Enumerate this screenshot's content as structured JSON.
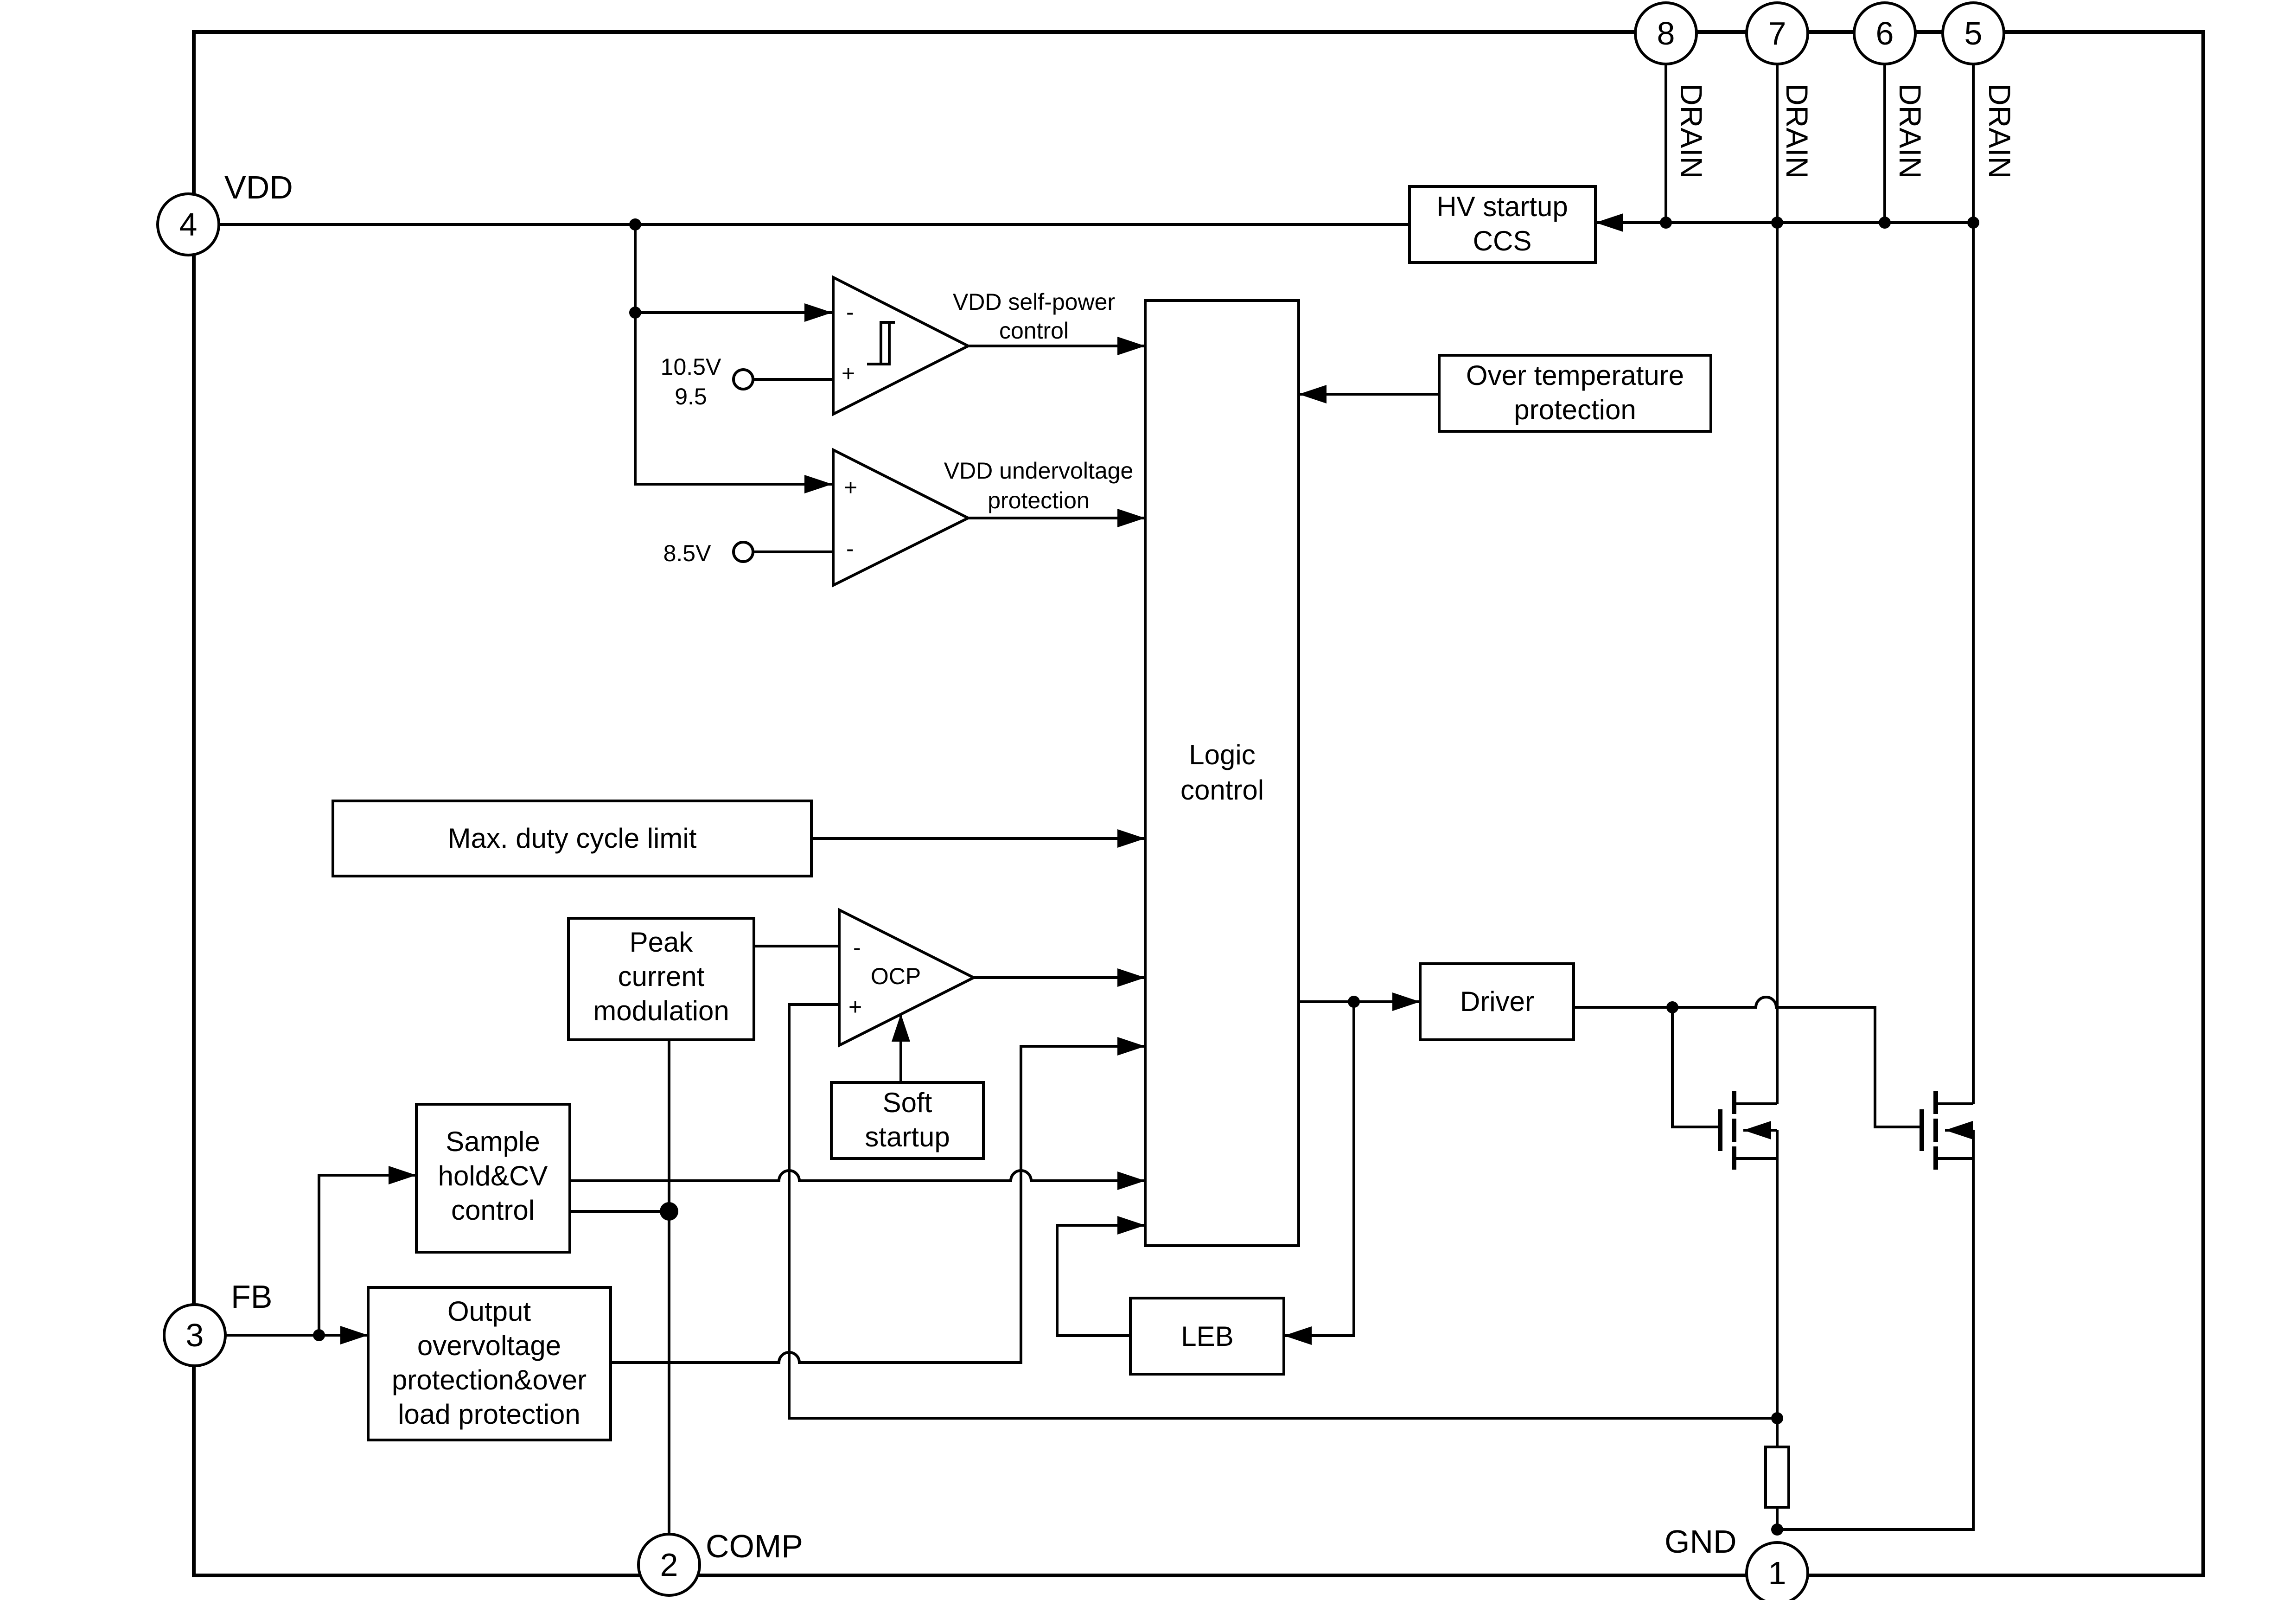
{
  "pins": [
    {
      "number": "1",
      "name": "GND"
    },
    {
      "number": "2",
      "name": "COMP"
    },
    {
      "number": "3",
      "name": "FB"
    },
    {
      "number": "4",
      "name": "VDD"
    },
    {
      "number": "5",
      "name": "DRAIN"
    },
    {
      "number": "6",
      "name": "DRAIN"
    },
    {
      "number": "7",
      "name": "DRAIN"
    },
    {
      "number": "8",
      "name": "DRAIN"
    }
  ],
  "blocks": {
    "hv_startup": [
      "HV startup",
      "CCS"
    ],
    "over_temp": [
      "Over temperature",
      "protection"
    ],
    "logic": [
      "Logic",
      "control"
    ],
    "max_duty": [
      "Max. duty cycle limit"
    ],
    "peak_current": [
      "Peak",
      "current",
      "modulation"
    ],
    "soft_startup": [
      "Soft",
      "startup"
    ],
    "sample_hold": [
      "Sample",
      "hold&CV",
      "control"
    ],
    "ovp": [
      "Output",
      "overvoltage",
      "protection&over",
      "load protection"
    ],
    "driver": [
      "Driver"
    ],
    "leb": [
      "LEB"
    ]
  },
  "comparators": {
    "self_power": {
      "label": [
        "VDD self-power",
        "control"
      ],
      "minus": "-",
      "plus": "+",
      "ref": [
        "10.5V",
        "9.5"
      ]
    },
    "uvp": {
      "label": [
        "VDD undervoltage",
        "protection"
      ],
      "plus": "+",
      "minus": "-",
      "ref": [
        "8.5V"
      ]
    },
    "ocp": {
      "name": "OCP",
      "minus": "-",
      "plus": "+"
    }
  }
}
